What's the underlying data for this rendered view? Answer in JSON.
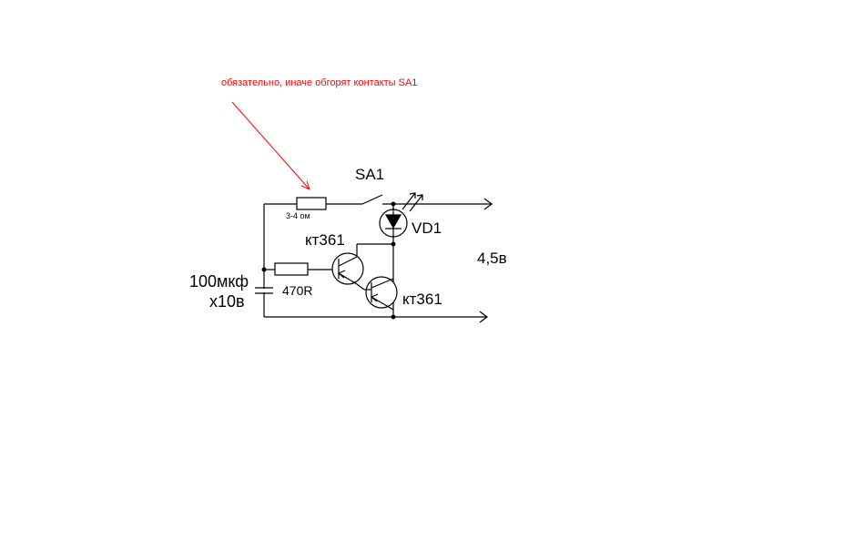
{
  "annotation": "обязательно, иначе обгорят контакты SA1",
  "switch_label": "SA1",
  "led_label": "VD1",
  "transistor_top_label": "кт361",
  "transistor_bottom_label": "кт361",
  "resistor_top_label": "3-4 ом",
  "resistor_base_label": "470R",
  "capacitor_label_line1": "100мкф",
  "capacitor_label_line2": "х10в",
  "voltage_label": "4,5в",
  "colors": {
    "wire": "#000000",
    "annotation": "#ff0000"
  }
}
